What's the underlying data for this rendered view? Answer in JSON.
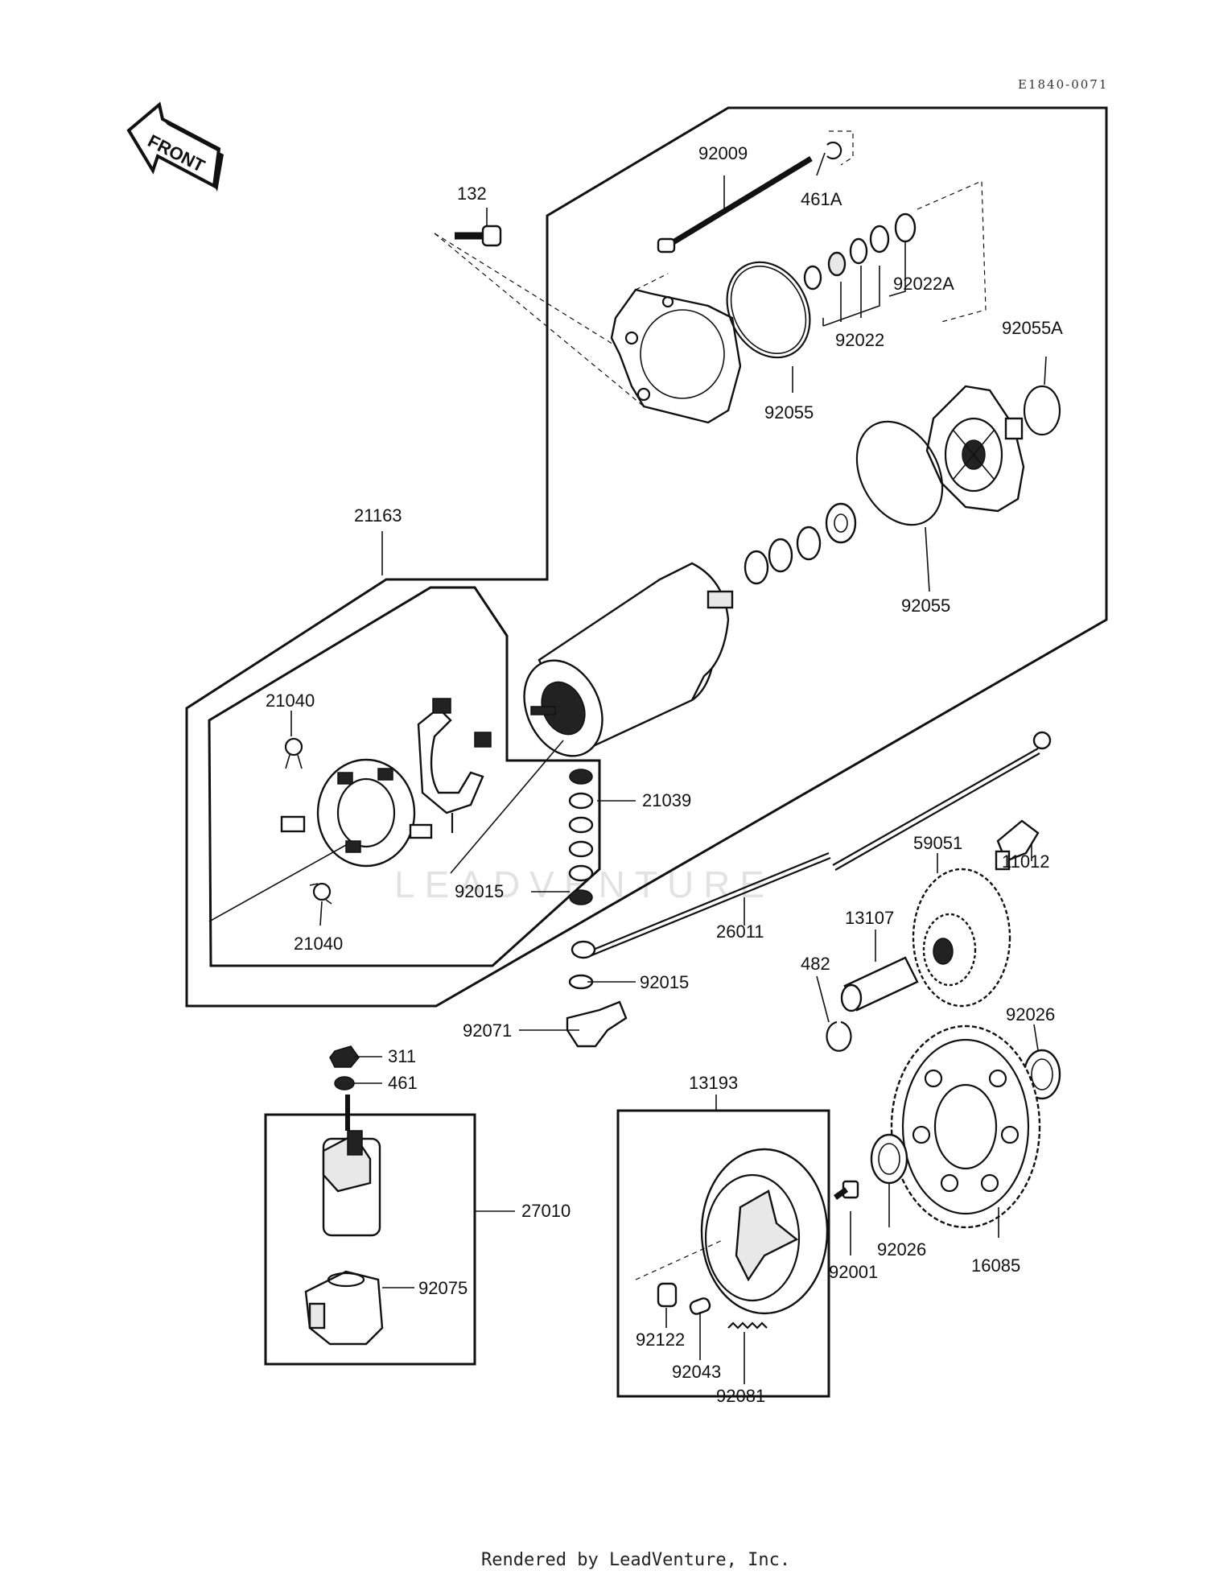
{
  "reference_code": "E1840-0071",
  "front_label": "FRONT",
  "watermark": "LEADVENTURE",
  "footer": "Rendered by LeadVenture, Inc.",
  "parts": {
    "p92009": "92009",
    "p461A": "461A",
    "p132": "132",
    "p92022A": "92022A",
    "p92022": "92022",
    "p92055A": "92055A",
    "p92055_top": "92055",
    "p92055_mid": "92055",
    "p21163": "21163",
    "p21040_top": "21040",
    "p21040_bot": "21040",
    "p21039": "21039",
    "p92015_top": "92015",
    "p92015_bot": "92015",
    "p26011": "26011",
    "p11012": "11012",
    "p59051": "59051",
    "p13107": "13107",
    "p482": "482",
    "p92071": "92071",
    "p92026_right": "92026",
    "p92026_mid": "92026",
    "p311": "311",
    "p461": "461",
    "p13193": "13193",
    "p27010": "27010",
    "p92075": "92075",
    "p92001": "92001",
    "p16085": "16085",
    "p92122": "92122",
    "p92043": "92043",
    "p92081": "92081"
  }
}
